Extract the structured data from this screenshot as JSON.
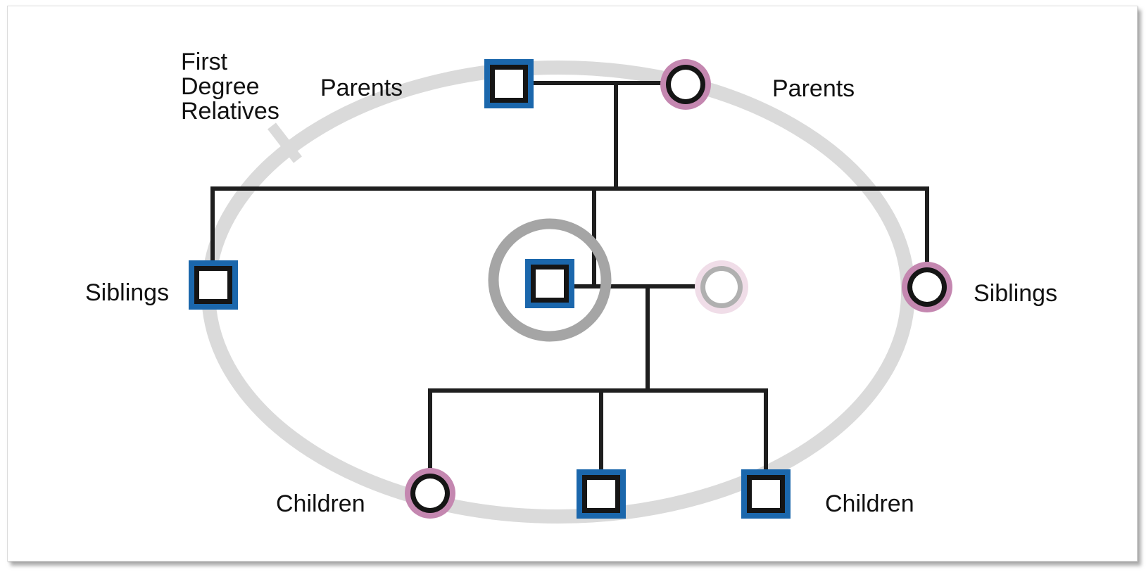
{
  "title": "First degree relatives pedigree diagram",
  "annotation": {
    "lines": [
      "First",
      "Degree",
      "Relatives"
    ]
  },
  "labels": {
    "parents_left": "Parents",
    "parents_right": "Parents",
    "siblings_left": "Siblings",
    "siblings_right": "Siblings",
    "children_left": "Children",
    "children_right": "Children"
  },
  "nodes": [
    {
      "id": "father",
      "row": "parents",
      "sex": "male",
      "symbol": "blue-bordered-square",
      "first_degree": true
    },
    {
      "id": "mother",
      "row": "parents",
      "sex": "female",
      "symbol": "pink-bordered-circle",
      "first_degree": true
    },
    {
      "id": "brother",
      "row": "siblings",
      "sex": "male",
      "symbol": "blue-bordered-square",
      "first_degree": true
    },
    {
      "id": "proband",
      "row": "siblings",
      "sex": "male",
      "symbol": "blue-bordered-square",
      "first_degree": true,
      "highlighted_with_gray_ring": true
    },
    {
      "id": "sister",
      "row": "siblings",
      "sex": "female",
      "symbol": "pink-bordered-circle",
      "first_degree": true
    },
    {
      "id": "partner",
      "row": "siblings",
      "sex": "female",
      "symbol": "faded-circle",
      "first_degree": false
    },
    {
      "id": "daughter",
      "row": "children",
      "sex": "female",
      "symbol": "pink-bordered-circle",
      "first_degree": true
    },
    {
      "id": "son-1",
      "row": "children",
      "sex": "male",
      "symbol": "blue-bordered-square",
      "first_degree": true
    },
    {
      "id": "son-2",
      "row": "children",
      "sex": "male",
      "symbol": "blue-bordered-square",
      "first_degree": true
    }
  ],
  "colors": {
    "male_border": "#1b67ac",
    "female_border": "#c487b0",
    "symbol_inner": "#151515",
    "line": "#1e1e1e",
    "ellipse": "#dadada",
    "proband_ring": "#a5a5a5",
    "spouse_ring_outer": "#f0dde8",
    "spouse_ring_inner": "#b0b0b0",
    "text": "#111111",
    "background": "#ffffff"
  }
}
